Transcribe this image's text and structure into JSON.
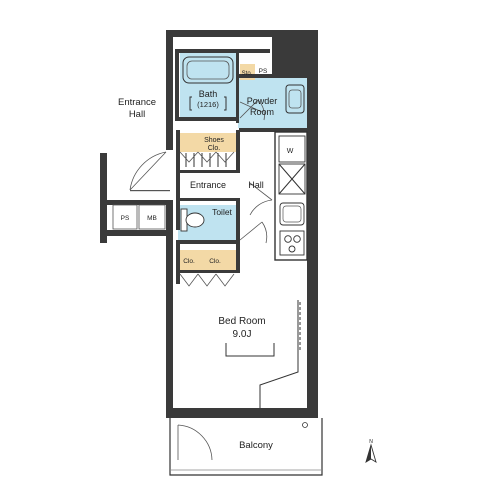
{
  "plan": {
    "rooms": {
      "entrance_hall": {
        "line1": "Entrance",
        "line2": "Hall"
      },
      "bath": {
        "name": "Bath",
        "size": "(1216)"
      },
      "powder_room": {
        "line1": "Powder",
        "line2": "Room"
      },
      "storage": "Sto.",
      "ps_top": "PS",
      "shoes_closet": {
        "line1": "Shoes",
        "line2": "Clo."
      },
      "entrance": "Entrance",
      "hall": "Hall",
      "washer": "W",
      "ps_left": "PS",
      "mb": "MB",
      "toilet": "Toilet",
      "closet_1": "Clo.",
      "closet_2": "Clo.",
      "bed_room": {
        "name": "Bed Room",
        "size": "9.0J"
      },
      "balcony": "Balcony"
    },
    "north_label": "N",
    "colors": {
      "wall": "#3a3a3a",
      "wet_area": "#bfe3f0",
      "storage_area": "#f3d9a6",
      "floor": "#ffffff"
    }
  }
}
